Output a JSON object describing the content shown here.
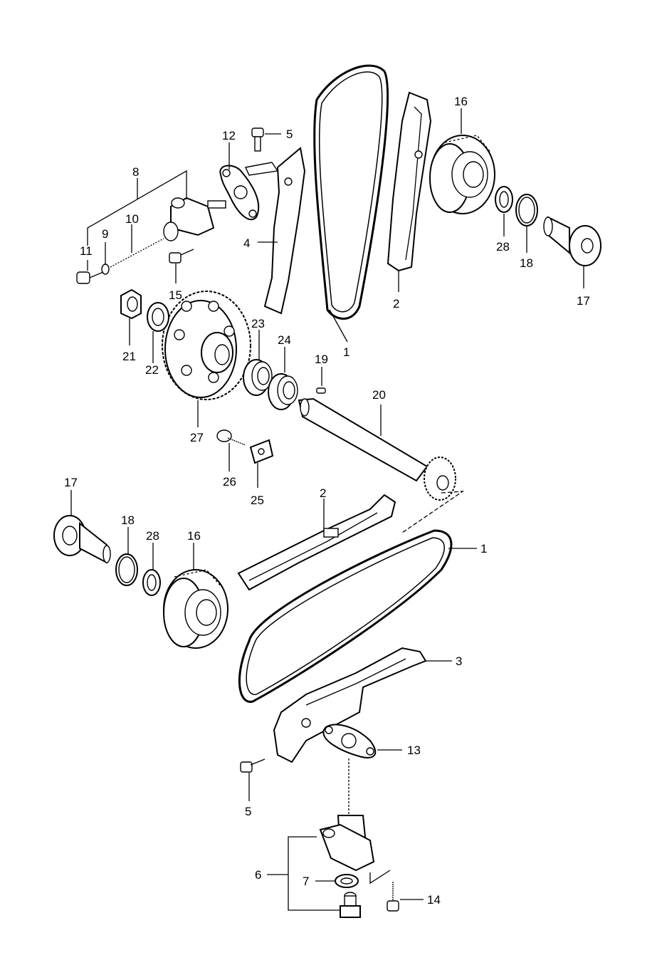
{
  "labels": {
    "cam_chain_upper": "1",
    "guide_upper": "2",
    "tensioner_arm_upper": "4",
    "bolt_upper": "5",
    "bracket_group": "8",
    "washer_9": "9",
    "spring_10": "10",
    "bolt_11": "11",
    "gasket_upper": "12",
    "screw_15": "15",
    "sprocket_upper": "16",
    "shaft_upper": "17",
    "oring_upper": "18",
    "washer_upper": "28",
    "nut_21": "21",
    "washer_22": "22",
    "bearing_23": "23",
    "bearing_24": "24",
    "pin_19": "19",
    "shaft_20": "20",
    "gear_27": "27",
    "bolt_26": "26",
    "plate_25": "25",
    "shaft_lower": "17",
    "oring_lower": "18",
    "washer_lower": "28",
    "sprocket_lower": "16",
    "guide_lower": "2",
    "cam_chain_lower": "1",
    "tensioner_lower": "3",
    "gasket_lower": "13",
    "bolt_lower": "5",
    "adjuster_group": "6",
    "washer_7": "7",
    "bolt_14": "14"
  }
}
